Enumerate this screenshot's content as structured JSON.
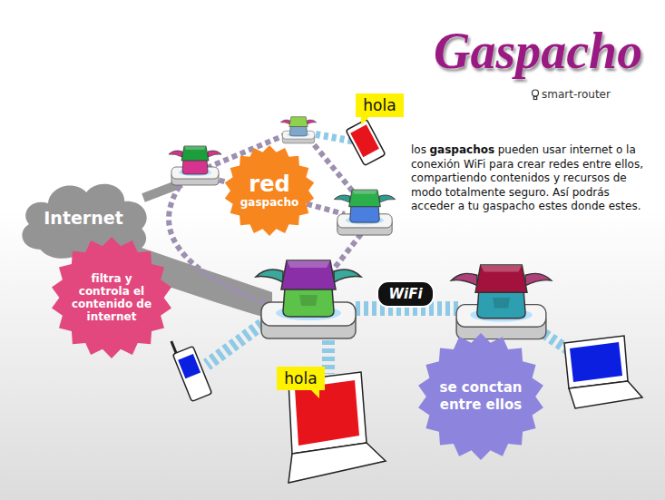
{
  "diagram": {
    "title": "Gaspacho",
    "nodes": [
      {
        "text": [
          "hola"
        ]
      },
      {
        "text": [
          "red",
          "gaspacho"
        ]
      },
      {
        "text": [
          "Internet"
        ]
      },
      {
        "text": [
          "filtra y controla el contenido de internet"
        ]
      },
      {
        "text": [
          "WiFi"
        ]
      },
      {
        "text": [
          "hola"
        ]
      },
      {
        "text": [
          "se conctan entre ellos"
        ]
      }
    ],
    "labels": [
      "smart-router",
      "los",
      "gaspachos",
      "pueden usar internet o la conexión WiFi para crear redes entre ellos, compartiendo contenidos y recursos de modo totalmente seguro. Así podrás acceder a tu gaspacho estes donde estes."
    ]
  }
}
